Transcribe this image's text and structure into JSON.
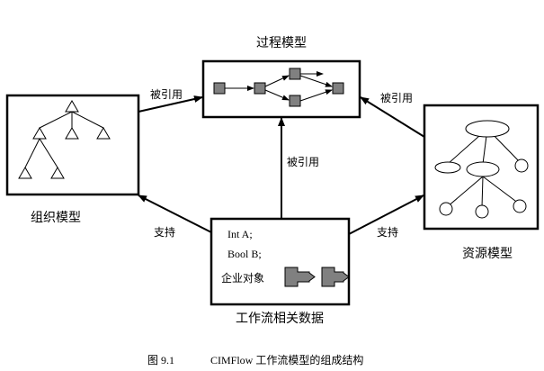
{
  "nodes": {
    "process_model": "过程模型",
    "organization_model": "组织模型",
    "resource_model": "资源模型",
    "workflow_data": "工作流相关数据"
  },
  "edges": {
    "referenced_left": "被引用",
    "referenced_right": "被引用",
    "referenced_center": "被引用",
    "supports_left": "支持",
    "supports_right": "支持"
  },
  "data_items": {
    "item1": "Int A;",
    "item2": "Bool B;",
    "item3": "企业对象"
  },
  "caption": {
    "number": "图 9.1",
    "text": "CIMFlow 工作流模型的组成结构"
  }
}
